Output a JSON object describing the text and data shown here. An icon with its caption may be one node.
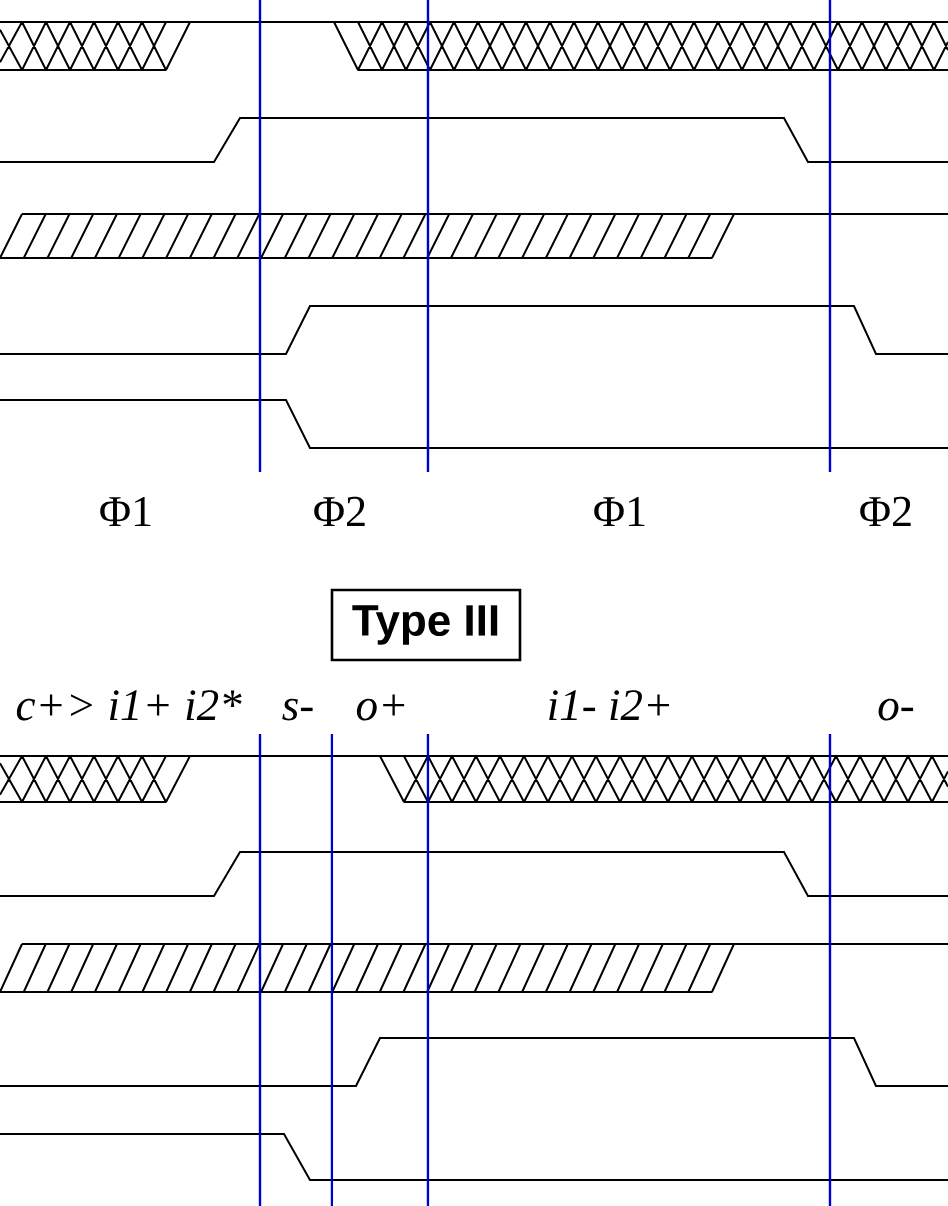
{
  "diagram": {
    "nodes": [
      {
        "text": [
          "Type III"
        ]
      }
    ],
    "labels": [
      "Φ1",
      "Φ2",
      "Φ1",
      "Φ2",
      "c+> i1+ i2*",
      "s-",
      "o+",
      "i1- i2+",
      "o-"
    ]
  }
}
